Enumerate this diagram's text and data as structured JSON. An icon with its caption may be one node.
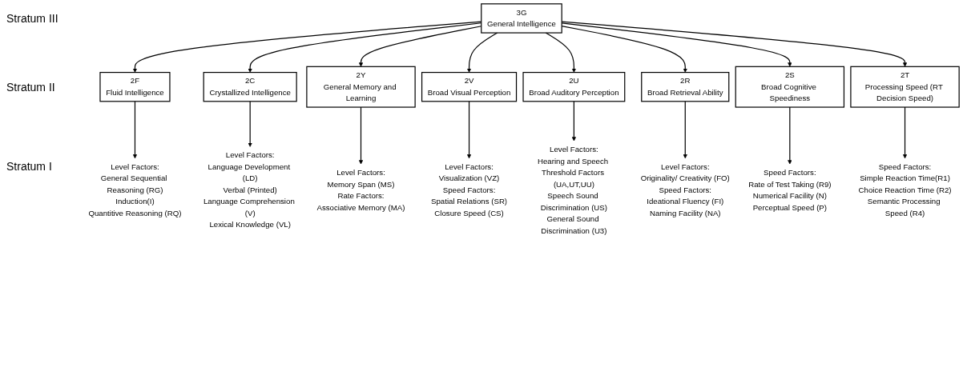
{
  "diagram": {
    "nodes": [
      {
        "text": [
          "3G",
          "General Intelligence"
        ]
      },
      {
        "text": [
          "2F",
          "Fluid Intelligence"
        ]
      },
      {
        "text": [
          "2C",
          "Crystallized Intelligence"
        ]
      },
      {
        "text": [
          "2Y",
          "General Memory and Learning"
        ]
      },
      {
        "text": [
          "2V",
          "Broad Visual Perception"
        ]
      },
      {
        "text": [
          "2U",
          "Broad Auditory Perception"
        ]
      },
      {
        "text": [
          "2R",
          "Broad Retrieval Ability"
        ]
      },
      {
        "text": [
          "2S",
          "Broad Cognitive Speediness"
        ]
      },
      {
        "text": [
          "2T",
          "Processing Speed (RT Decision Speed)"
        ]
      },
      {
        "text": [
          "Level Factors:",
          "General Sequential Reasoning (RG)",
          "Induction(I)",
          "Quantitive Reasoning (RQ)"
        ]
      },
      {
        "text": [
          "Level Factors:",
          "Language Development (LD)",
          "Verbal (Printed)",
          "Language Comprehension (V)",
          "Lexical Knowledge (VL)"
        ]
      },
      {
        "text": [
          "Level Factors:",
          "Memory Span (MS)",
          "Rate Factors:",
          "Associative Memory (MA)"
        ]
      },
      {
        "text": [
          "Level Factors:",
          "Visualization (VZ)",
          "Speed Factors:",
          "Spatial Relations (SR)",
          "Closure Speed (CS)"
        ]
      },
      {
        "text": [
          "Level Factors:",
          "Hearing and Speech Threshold Factors (UA,UT,UU)",
          "Speech Sound Discrimination (US)",
          "General Sound Discrimination (U3)"
        ]
      },
      {
        "text": [
          "Level Factors:",
          "Originality/ Creativity (FO)",
          "Speed Factors:",
          "Ideational Fluency (FI)",
          "Naming Facility (NA)"
        ]
      },
      {
        "text": [
          "Speed Factors:",
          "Rate of Test Taking (R9)",
          "Numerical Facility (N)",
          "Perceptual Speed (P)"
        ]
      },
      {
        "text": [
          "Speed Factors:",
          "Simple Reaction Time(R1)",
          "Choice Reaction Time (R2)",
          "Semantic Processing Speed (R4)"
        ]
      }
    ],
    "edges": [
      {
        "from": 0,
        "to": 1,
        "arrow": "to"
      },
      {
        "from": 0,
        "to": 2,
        "arrow": "to"
      },
      {
        "from": 0,
        "to": 3,
        "arrow": "to"
      },
      {
        "from": 0,
        "to": 4,
        "arrow": "to"
      },
      {
        "from": 0,
        "to": 5,
        "arrow": "to"
      },
      {
        "from": 0,
        "to": 6,
        "arrow": "to"
      },
      {
        "from": 0,
        "to": 7,
        "arrow": "to"
      },
      {
        "from": 0,
        "to": 8,
        "arrow": "to"
      },
      {
        "from": 1,
        "to": 9,
        "arrow": "to"
      },
      {
        "from": 2,
        "to": 10,
        "arrow": "to"
      },
      {
        "from": 3,
        "to": 11,
        "arrow": "to"
      },
      {
        "from": 4,
        "to": 12,
        "arrow": "to"
      },
      {
        "from": 5,
        "to": 13,
        "arrow": "to"
      },
      {
        "from": 6,
        "to": 14,
        "arrow": "to"
      },
      {
        "from": 7,
        "to": 15,
        "arrow": "to"
      },
      {
        "from": 8,
        "to": 16,
        "arrow": "to"
      }
    ],
    "labels": [
      "Stratum III",
      "Stratum II",
      "Stratum I"
    ]
  }
}
